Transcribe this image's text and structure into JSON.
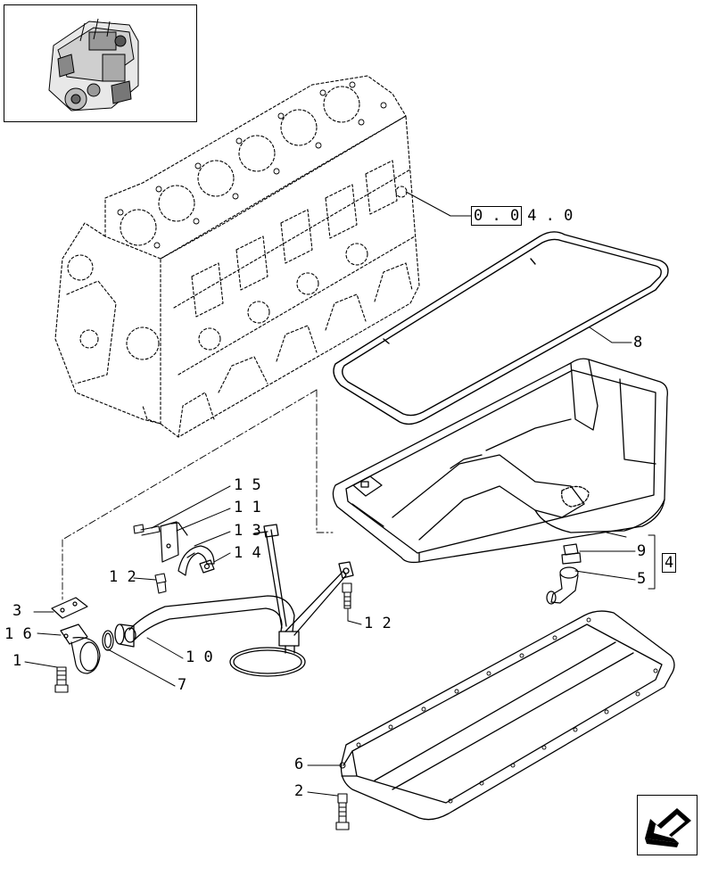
{
  "diagram": {
    "ref_block": {
      "boxed": "0 . 0",
      "rest": "4 . 0"
    },
    "ref_kit": "4",
    "callouts": {
      "c1": "1",
      "c2": "2",
      "c3": "3",
      "c5": "5",
      "c6": "6",
      "c7": "7",
      "c8": "8",
      "c9": "9",
      "c10": "1 0",
      "c11": "1 1",
      "c12a": "1 2",
      "c12b": "1 2",
      "c13": "1 3",
      "c14": "1 4",
      "c15": "1 5",
      "c16": "1 6"
    }
  },
  "icons": {
    "thumbnail": "engine-thumbnail-icon",
    "nav": "back-arrow-icon"
  }
}
